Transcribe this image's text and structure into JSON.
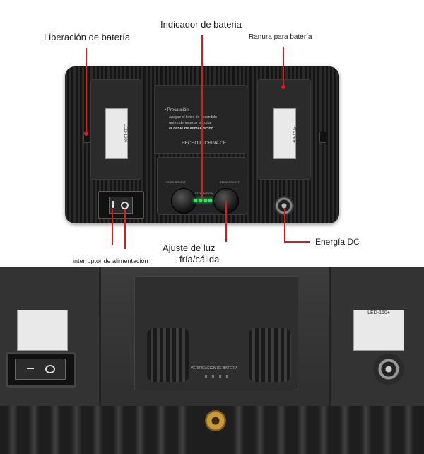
{
  "labels": {
    "battery_release": "Liberación de batería",
    "battery_indicator": "Indicador de bateria",
    "battery_slot": "Ranura para batería",
    "power_switch": "interruptor de alimentación",
    "light_adjust_line1": "Ajuste de luz",
    "light_adjust_line2": "fría/cálida",
    "dc_power": "Energía DC"
  },
  "panel": {
    "caution_title": "• Precaución:",
    "caution_line1": "Apague el botón de encendido",
    "caution_line2": "antes de insertar o quitar",
    "caution_line3": "el cable de alimentación.",
    "made_in": "HECHO III CHINA CE",
    "knob_left_label": "3200K BRIGHT",
    "knob_right_label": "5500K BRIGHT",
    "indicator_label": "BATTERY POW",
    "battery_sticker": "LED-160+",
    "bottom_indicator_label": "VERIFICACIÓN DE BATERÍA"
  },
  "colors": {
    "leader": "#e01818",
    "led": "#2ee860",
    "body": "#1c1c1c"
  }
}
